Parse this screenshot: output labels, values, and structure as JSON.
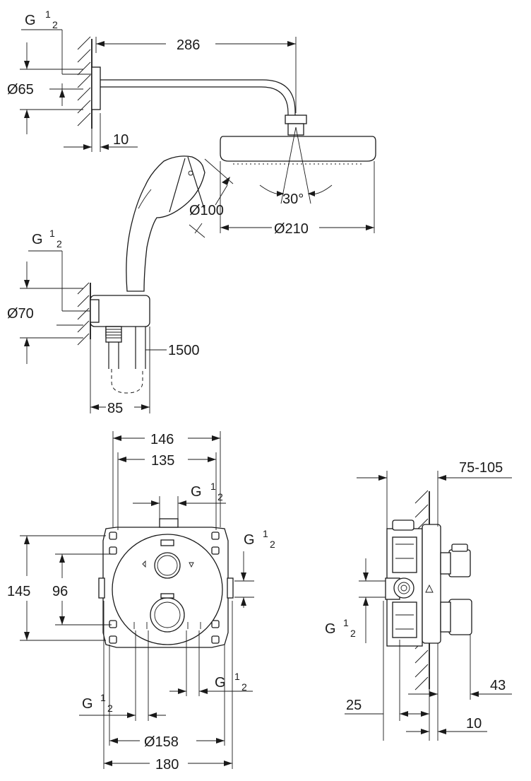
{
  "labels": {
    "top_thread": "G",
    "top_thread_sup": "1",
    "top_thread_sub": "2",
    "dim_286": "286",
    "dim_d65": "Ø65",
    "dim_10_top": "10",
    "angle_30": "30°",
    "dim_d100": "Ø100",
    "dim_d210": "Ø210",
    "mid_thread": "G",
    "mid_thread_sup": "1",
    "mid_thread_sub": "2",
    "dim_d70": "Ø70",
    "dim_1500": "1500",
    "dim_85": "85",
    "dim_146": "146",
    "dim_135": "135",
    "valve_top_thread": "G",
    "valve_top_thread_sup": "1",
    "valve_top_thread_sub": "2",
    "valve_right_thread": "G",
    "valve_right_thread_sup": "1",
    "valve_right_thread_sub": "2",
    "dim_145": "145",
    "dim_96": "96",
    "valve_bl_thread": "G",
    "valve_bl_thread_sup": "1",
    "valve_bl_thread_sub": "2",
    "valve_br_thread": "G",
    "valve_br_thread_sup": "1",
    "valve_br_thread_sub": "2",
    "dim_d158": "Ø158",
    "dim_180": "180",
    "dim_75_105": "75-105",
    "side_thread": "G",
    "side_thread_sup": "1",
    "side_thread_sub": "2",
    "dim_25": "25",
    "dim_43": "43",
    "dim_10_side": "10"
  }
}
